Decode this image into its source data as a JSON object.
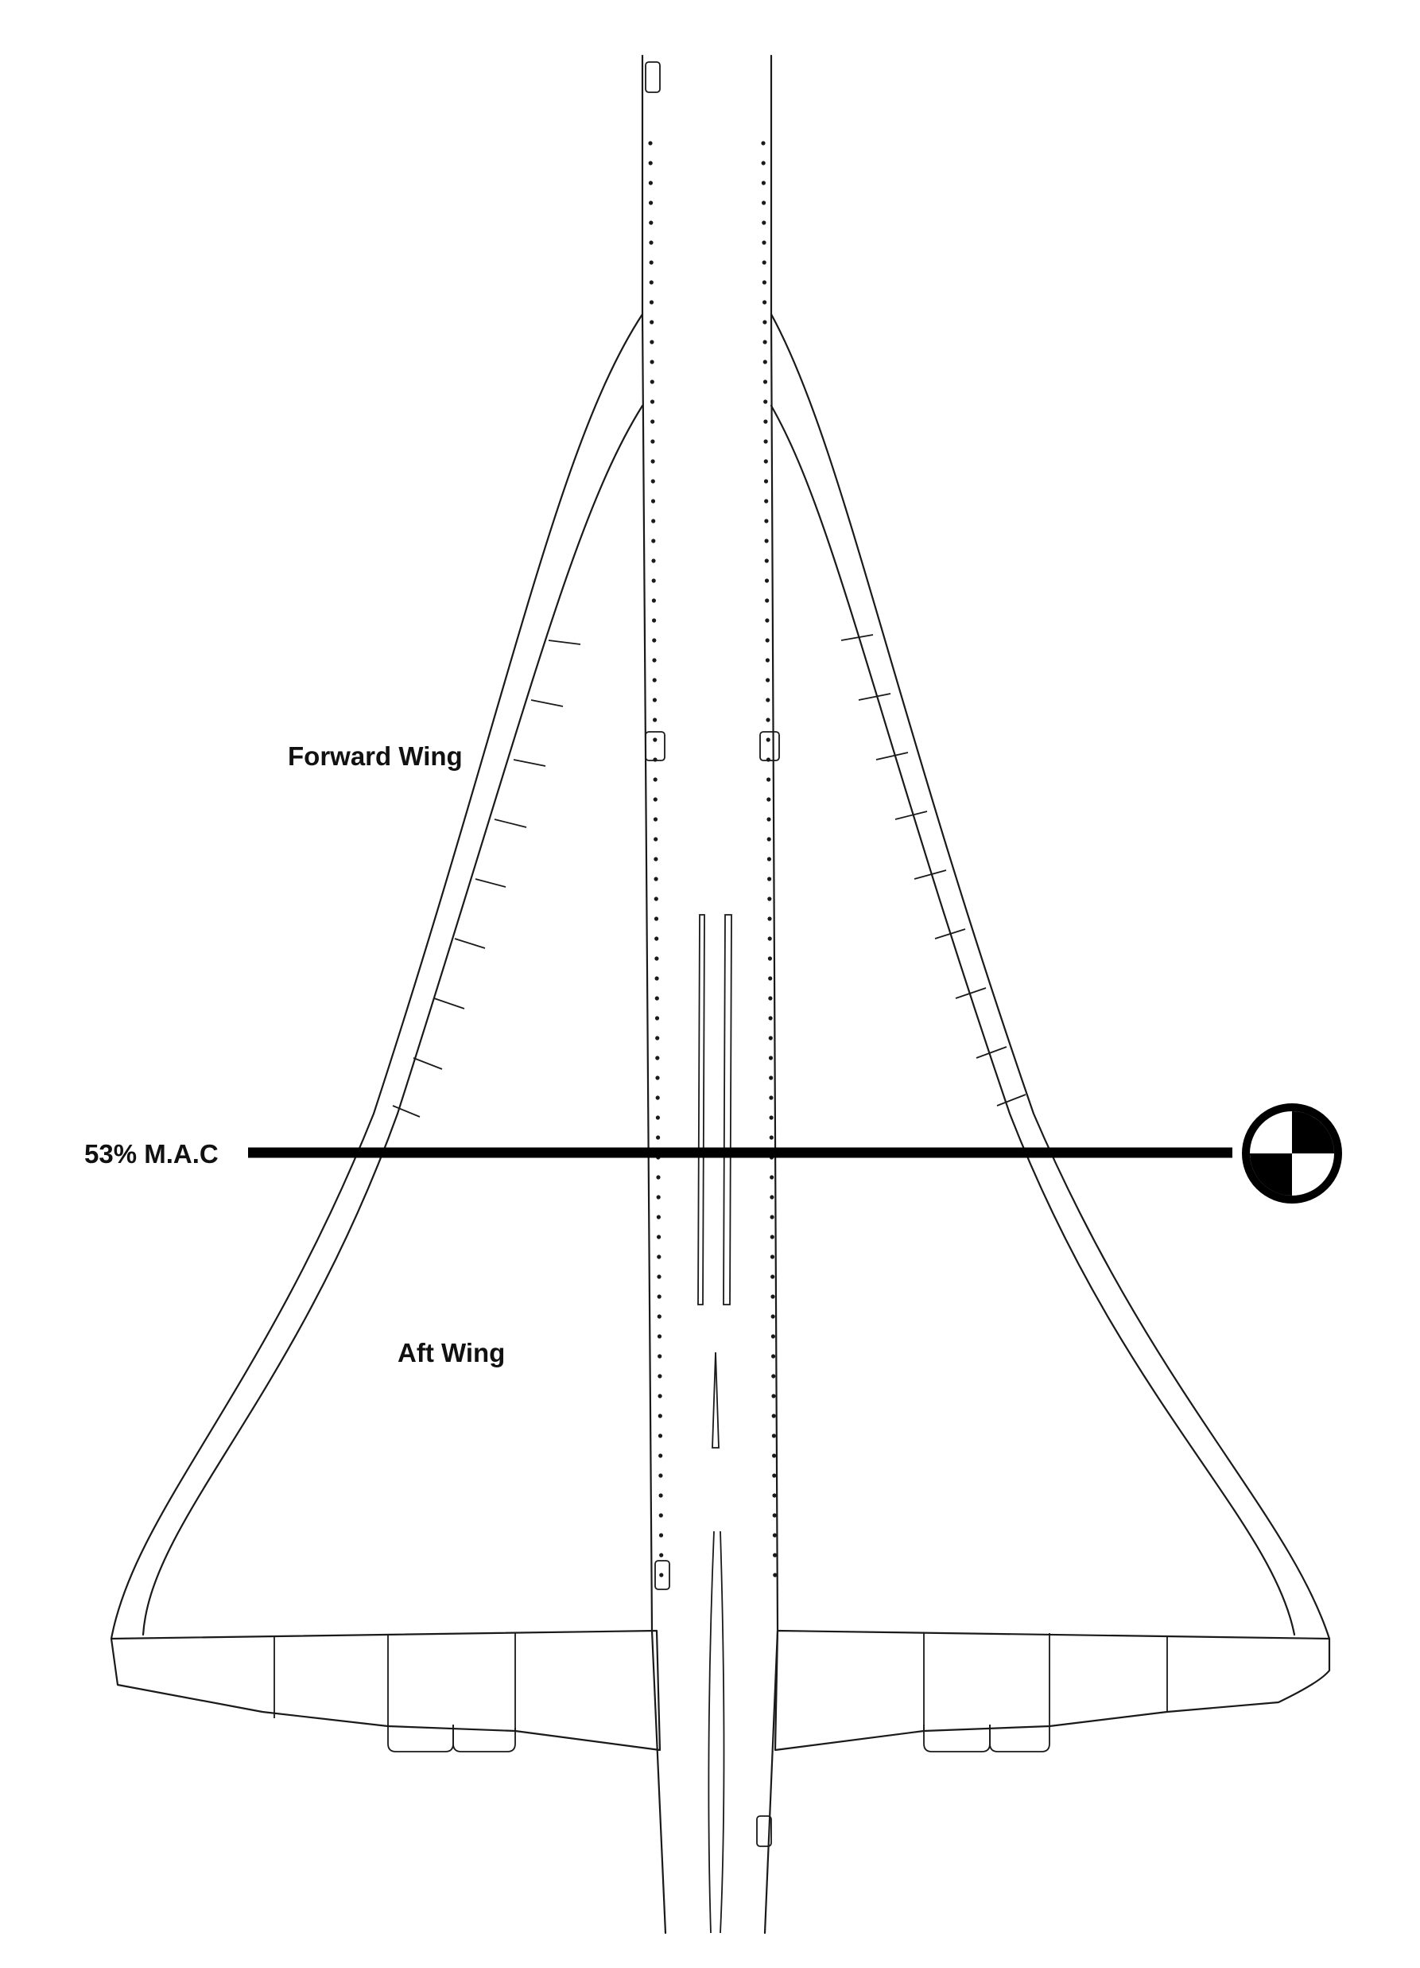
{
  "labels": {
    "forward_wing": "Forward Wing",
    "aft_wing": "Aft Wing",
    "mac": "53% M.A.C"
  },
  "icons": {
    "cg_marker": "center-of-gravity-symbol"
  },
  "colors": {
    "line": "#1a1a1a",
    "background": "#ffffff",
    "mac_line": "#000000"
  }
}
